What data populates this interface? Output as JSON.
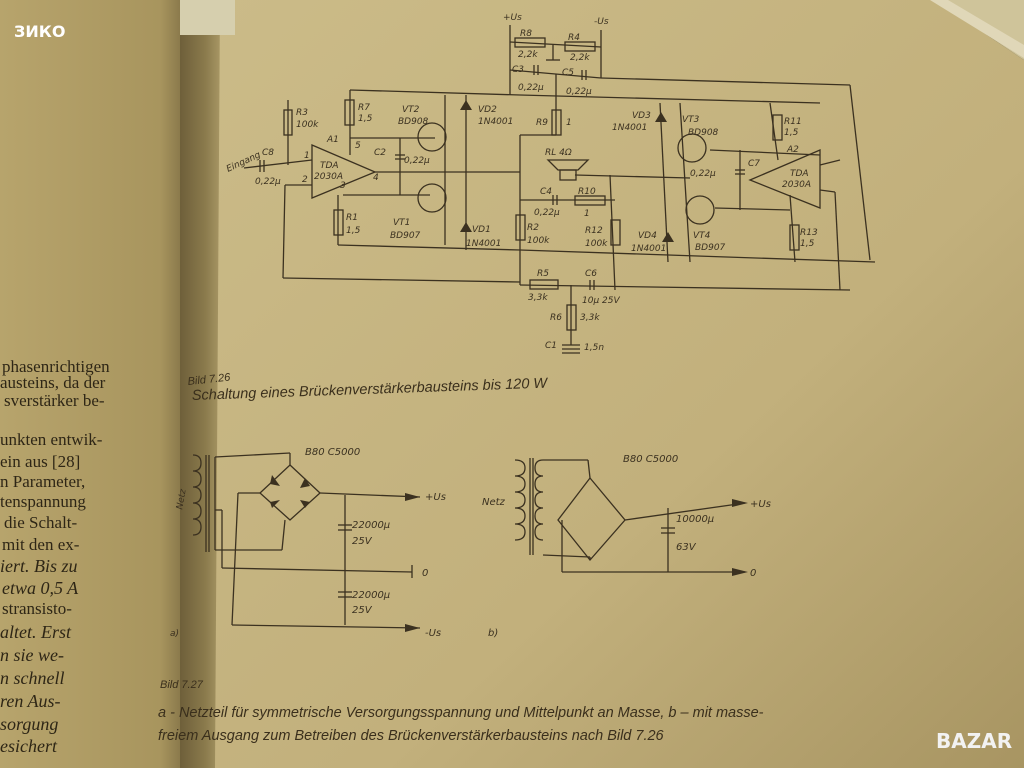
{
  "watermarks": {
    "top_left": "ЗИКО",
    "bottom_right": "BAZAR"
  },
  "left_page": {
    "lines": [
      "phasenrichtigen",
      "austeins, da der",
      "sverstärker be-",
      "unkten entwik-",
      "ein aus [28]",
      "n Parameter,",
      "tenspannung",
      "die Schalt-",
      "mit den ex-",
      "iert. Bis zu",
      "etwa 0,5 A",
      "stransisto-",
      "altet. Erst",
      "n sie we-",
      "n schnell",
      "ren Aus-",
      "sorgung",
      "esichert"
    ]
  },
  "fig726": {
    "number": "Bild 7.26",
    "caption": "Schaltung eines Brückenverstärkerbausteins bis 120 W",
    "labels": {
      "plus_us": "+Us",
      "minus_us": "-Us",
      "r8": "R8",
      "r8_val": "2,2k",
      "r4": "R4",
      "r4_val": "2,2k",
      "c3": "C3",
      "c3_val": "0,22µ",
      "c5": "C5",
      "c5_val": "0,22µ",
      "r3": "R3",
      "r3_val": "100k",
      "c8": "C8",
      "c8_val": "0,22µ",
      "input": "Eingang",
      "r7": "R7",
      "r7_val": "1,5",
      "vt2": "VT2",
      "vt2_val": "BD908",
      "vd2": "VD2",
      "vd2_val": "1N4001",
      "r9": "R9",
      "r9_val": "1",
      "a1": "A1",
      "a1_chip": "TDA",
      "a1_chip2": "2030A",
      "c2": "C2",
      "c2_val": "0,22µ",
      "rl": "RL 4Ω",
      "c4": "C4",
      "c4_val": "0,22µ",
      "r10": "R10",
      "r10_val": "1",
      "vt1": "VT1",
      "vt1_val": "BD907",
      "r1": "R1",
      "r1_val": "1,5",
      "vd1": "VD1",
      "vd1_val": "1N4001",
      "r2": "R2",
      "r2_val": "100k",
      "r12": "R12",
      "r12_val": "100k",
      "vd3": "VD3",
      "vd3_val": "1N4001",
      "vt3": "VT3",
      "vt3_val": "BD908",
      "r11": "R11",
      "r11_val": "1,5",
      "a2": "A2",
      "a2_chip": "TDA",
      "a2_chip2": "2030A",
      "c7": "C7",
      "c7_val": "0,22µ",
      "vt4": "VT4",
      "vt4_val": "BD907",
      "vd4": "VD4",
      "vd4_val": "1N4001",
      "r13": "R13",
      "r13_val": "1,5",
      "r5": "R5",
      "r5_val": "3,3k",
      "c6": "C6",
      "c6_val": "10µ 25V",
      "r6": "R6",
      "r6_val": "3,3k",
      "c1": "C1",
      "c1_val": "1,5n",
      "pin1": "1",
      "pin2": "2",
      "pin3": "3",
      "pin4": "4",
      "pin5": "5"
    }
  },
  "fig727": {
    "number": "Bild 7.27",
    "caption_line1": "a - Netzteil für symmetrische Versorgungsspannung und Mittelpunkt an Masse, b – mit masse-",
    "caption_line2": "freiem Ausgang zum Betreiben des Brückenverstärkerbausteins nach Bild 7.26",
    "a": {
      "tag": "a)",
      "bridge": "B80 C5000",
      "mains": "Netz",
      "plus_us": "+Us",
      "zero": "0",
      "minus_us": "-Us",
      "cap1": "22000µ",
      "cap1_v": "25V",
      "cap2": "22000µ",
      "cap2_v": "25V"
    },
    "b": {
      "tag": "b)",
      "bridge": "B80 C5000",
      "mains": "Netz",
      "plus_us": "+Us",
      "zero": "0",
      "cap": "10000µ",
      "cap_v": "63V"
    }
  }
}
